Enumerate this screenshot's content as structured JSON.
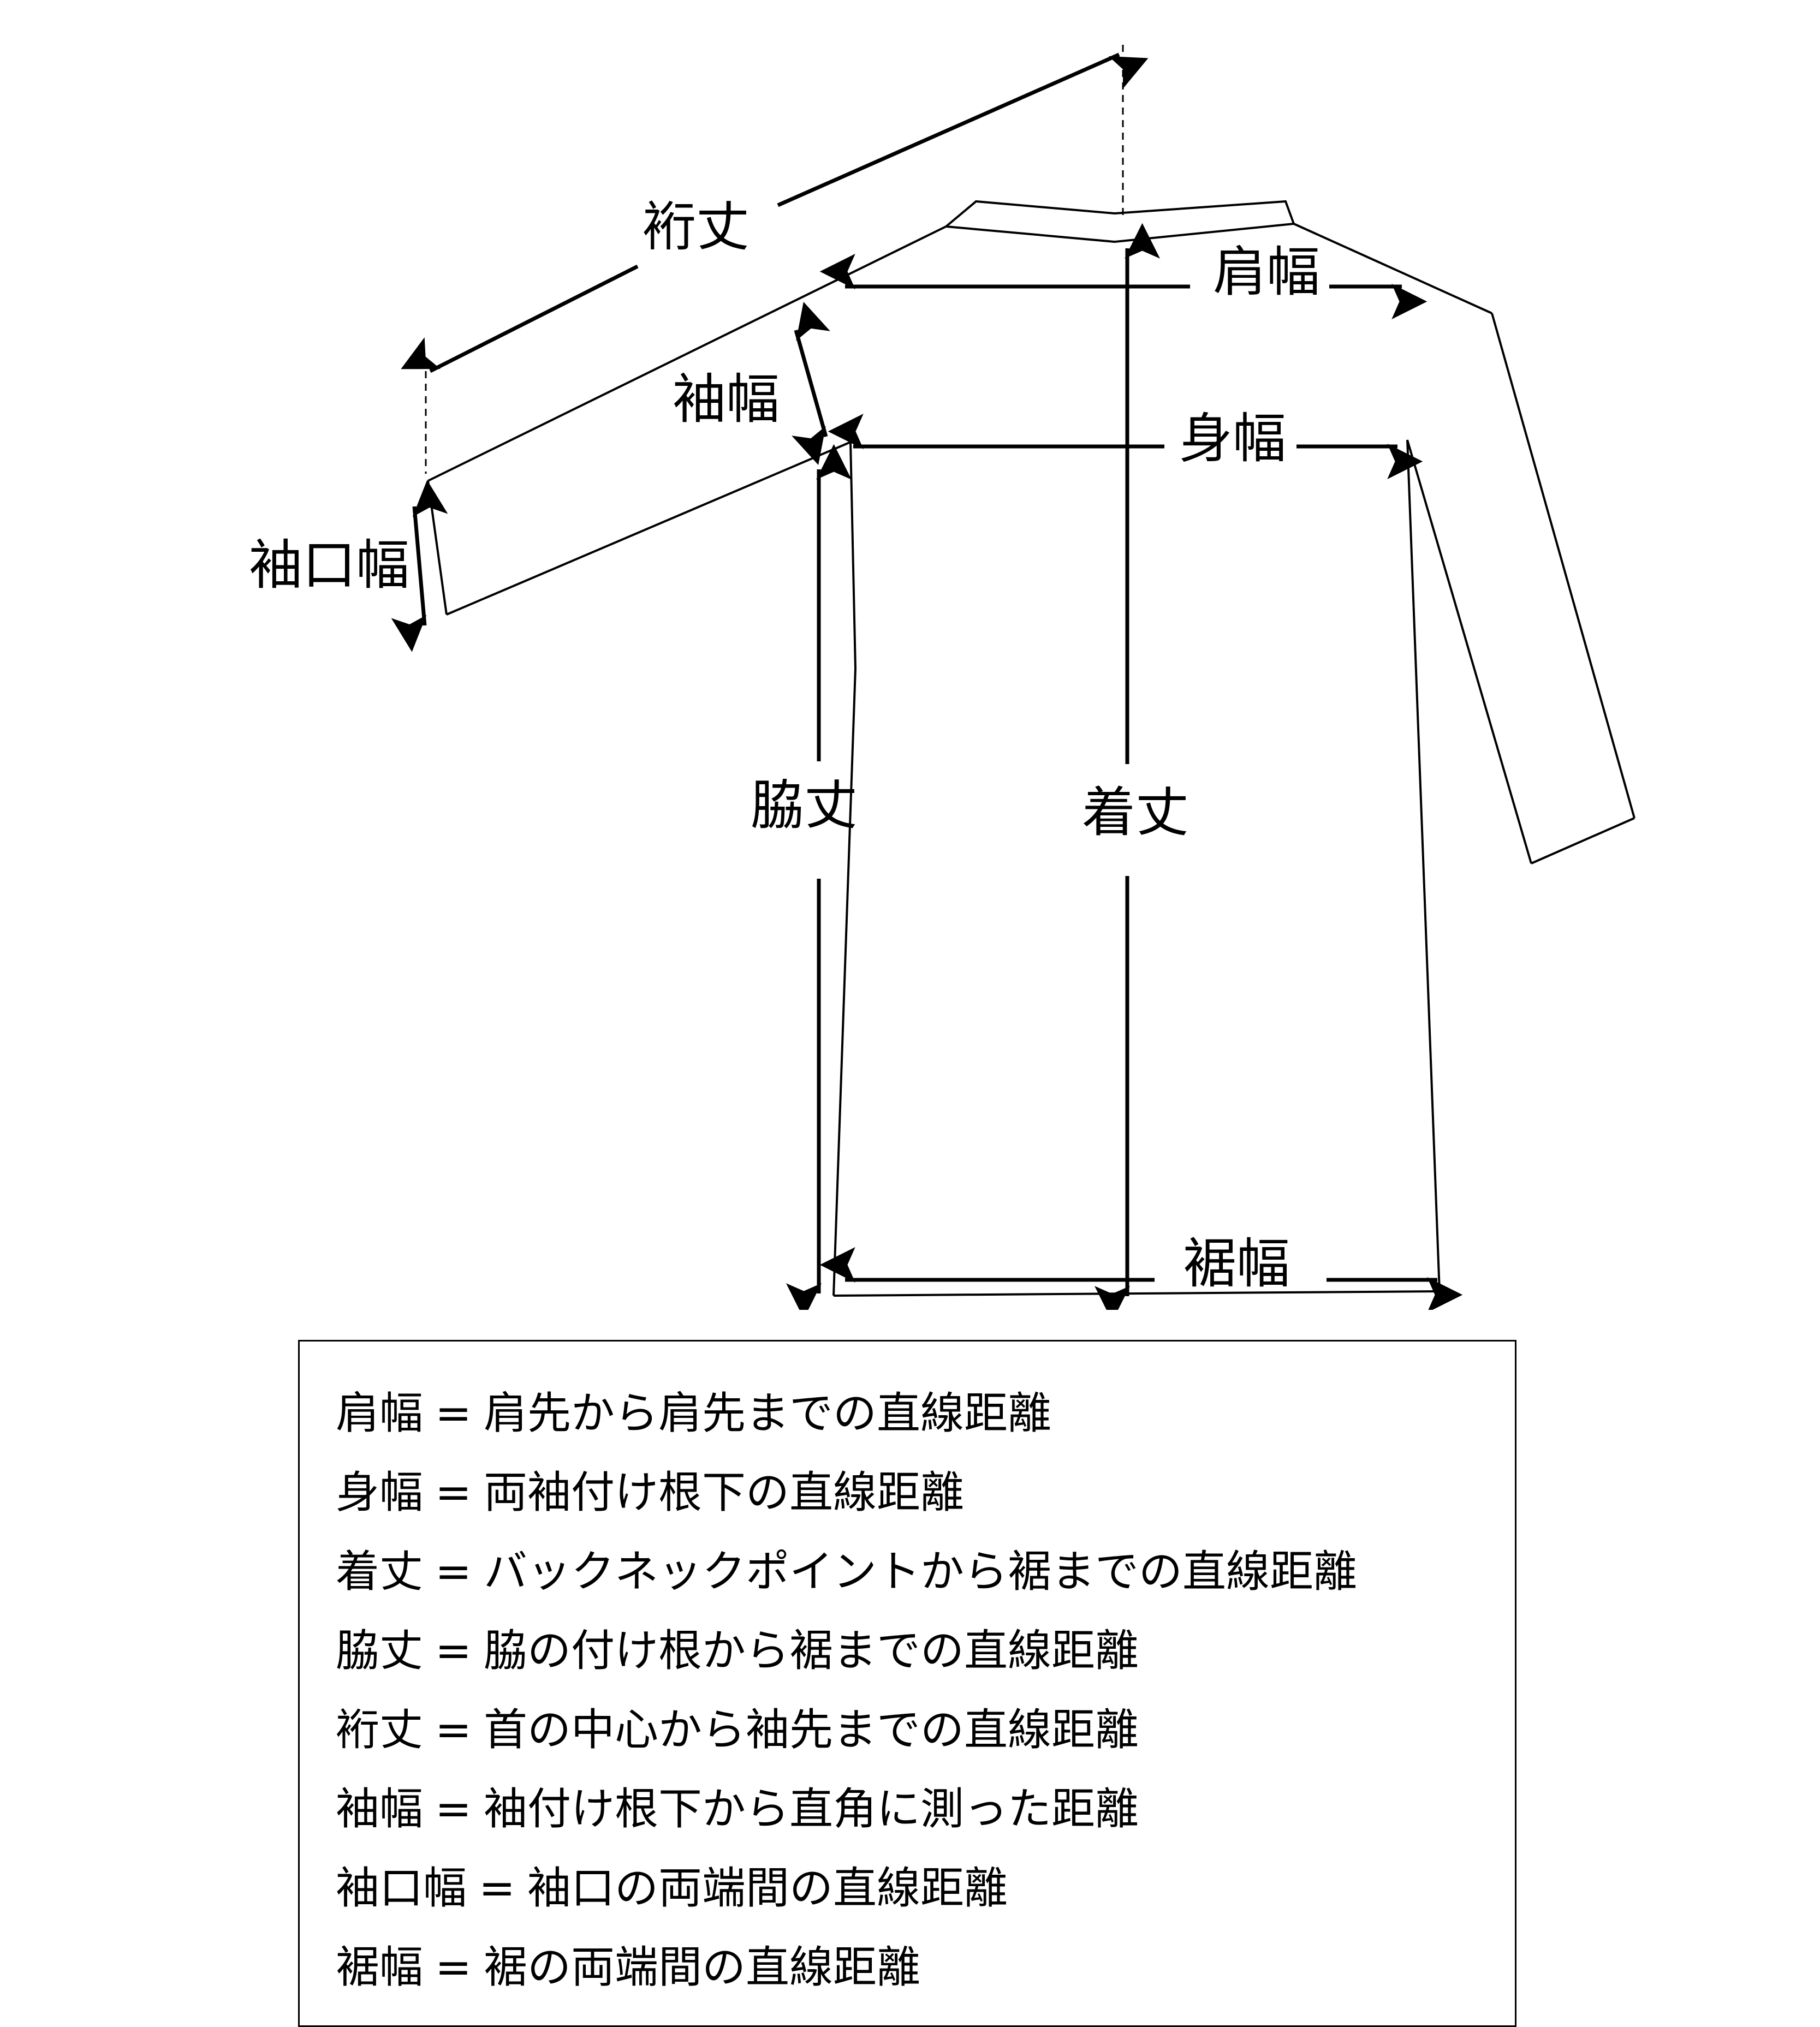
{
  "labels": {
    "yukitake": "裄丈",
    "katahaba": "肩幅",
    "sodehaba": "袖幅",
    "mihaba": "身幅",
    "sodeguchihaba": "袖口幅",
    "wakitake": "脇丈",
    "kitake": "着丈",
    "susohaba": "裾幅"
  },
  "legend": [
    {
      "term": "肩幅",
      "eq": "=",
      "definition": "肩先から肩先までの直線距離"
    },
    {
      "term": "身幅",
      "eq": "=",
      "definition": "両袖付け根下の直線距離"
    },
    {
      "term": "着丈",
      "eq": "=",
      "definition": "バックネックポイントから裾までの直線距離"
    },
    {
      "term": "脇丈",
      "eq": "=",
      "definition": "脇の付け根から裾までの直線距離"
    },
    {
      "term": "裄丈",
      "eq": "=",
      "definition": "首の中心から袖先までの直線距離"
    },
    {
      "term": "袖幅",
      "eq": "=",
      "definition": "袖付け根下から直角に測った距離"
    },
    {
      "term": "袖口幅",
      "eq": "=",
      "definition": "袖口の両端間の直線距離"
    },
    {
      "term": "裾幅",
      "eq": "=",
      "definition": "裾の両端間の直線距離"
    }
  ]
}
